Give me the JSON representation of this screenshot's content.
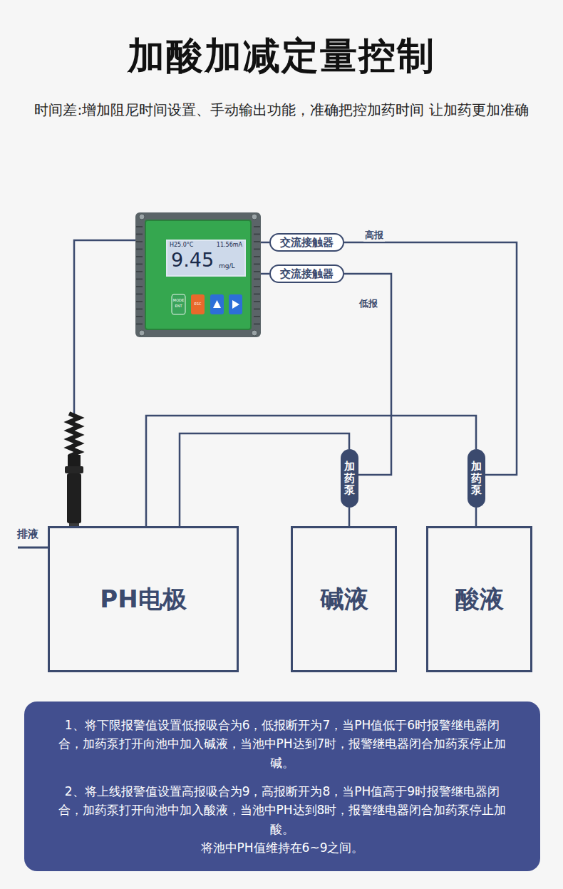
{
  "diagram": {
    "title": "加酸加减定量控制",
    "nodes": [
      {
        "text": [
          "H25.0°C",
          "11.56mA",
          "9.45",
          "mg/L"
        ]
      },
      {
        "text": [
          "交流接触器"
        ]
      },
      {
        "text": [
          "交流接触器"
        ]
      },
      {
        "text": [
          "加药泵"
        ]
      },
      {
        "text": [
          "加药泵"
        ]
      },
      {
        "text": [
          "PH电极"
        ]
      },
      {
        "text": [
          "碱液"
        ]
      },
      {
        "text": [
          "酸液"
        ]
      },
      {
        "text": [
          "1、将下限报警值设置低报吸合为6，低报断开为7，当PH值低于6时报警继电器闭合，加药泵打开向池中加入碱液，当池中PH达到7时，报警继电器闭合加药泵停止加碱。",
          "2、将上线报警值设置高报吸合为9，高报断开为8，当PH值高于9时报警继电器闭合，加药泵打开向池中加入酸液，当池中PH达到8时，报警继电器闭合加药泵停止加酸。",
          "将池中PH值维持在6~9之间。"
        ]
      }
    ],
    "edges": [
      {
        "from": 0,
        "to": 1,
        "arrow": "none"
      },
      {
        "from": 0,
        "to": 2,
        "arrow": "none"
      },
      {
        "from": 1,
        "to": 4,
        "label": "高报",
        "arrow": "none"
      },
      {
        "from": 2,
        "to": 3,
        "label": "低报",
        "arrow": "none"
      },
      {
        "from": 5,
        "to": 4,
        "arrow": "none"
      },
      {
        "from": 5,
        "to": 3,
        "arrow": "none"
      },
      {
        "from": 3,
        "to": 6,
        "arrow": "none"
      },
      {
        "from": 4,
        "to": 7,
        "arrow": "none"
      },
      {
        "from": 0,
        "to": 5,
        "arrow": "none"
      }
    ],
    "labels": [
      "时间差:增加阻尼时间设置、手动输出功能，准确把控加药时间 让加药更加准确",
      "MODE",
      "ENT",
      "ESC",
      "排液"
    ]
  }
}
